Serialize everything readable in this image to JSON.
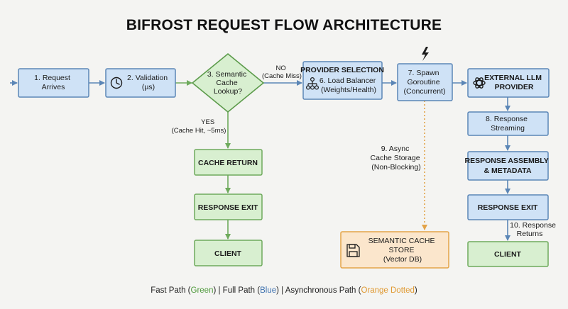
{
  "title": "BIFROST REQUEST FLOW ARCHITECTURE",
  "nodes": {
    "request_arrives": [
      "1. Request",
      "Arrives"
    ],
    "validation": [
      "2. Validation",
      "(µs)"
    ],
    "cache_lookup": [
      "3. Semantic",
      "Cache",
      "Lookup?"
    ],
    "provider_selection_title": "PROVIDER SELECTION",
    "load_balancer": [
      "6. Load Balancer",
      "(Weights/Health)"
    ],
    "spawn_goroutine": [
      "7. Spawn",
      "Goroutine",
      "(Concurrent)"
    ],
    "external_llm": [
      "EXTERNAL LLM",
      "PROVIDER"
    ],
    "response_streaming": [
      "8. Response",
      "Streaming"
    ],
    "response_assembly": [
      "RESPONSE ASSEMBLY",
      "& METADATA"
    ],
    "response_exit_right": "RESPONSE EXIT",
    "client_right": "CLIENT",
    "cache_return": "CACHE RETURN",
    "response_exit_left": "RESPONSE EXIT",
    "client_left": "CLIENT",
    "semantic_cache_store": [
      "SEMANTIC CACHE",
      "STORE",
      "(Vector DB)"
    ]
  },
  "edges": {
    "no_label": [
      "NO",
      "(Cache Miss)"
    ],
    "yes_label": [
      "YES",
      "(Cache Hit, ~5ms)"
    ],
    "async_label": [
      "9. Async",
      "Cache Storage",
      "(Non-Blocking)"
    ],
    "returns_label": [
      "10. Response",
      "Returns"
    ]
  },
  "legend": {
    "part1": "Fast Path (",
    "green": "Green",
    "part2": ") | Full Path (",
    "blue": "Blue",
    "part3": ") | Asynchronous Path (",
    "orange": "Orange Dotted",
    "part4": ")",
    "colors": {
      "green": "#4f9a3c",
      "blue": "#3f72b0",
      "orange": "#e09a33"
    }
  },
  "icons": {
    "validation": "clock-icon",
    "load_balancer": "hierarchy-icon",
    "spawn": "lightning-icon",
    "external_llm": "openai-logo-icon",
    "cache_store": "floppy-disk-icon"
  }
}
